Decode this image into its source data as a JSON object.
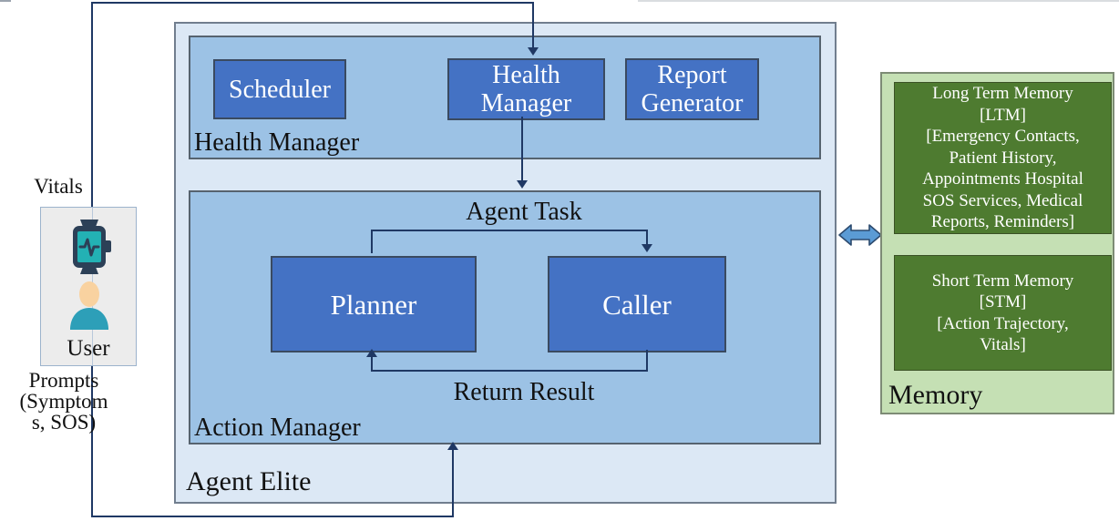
{
  "left_panel": {
    "vitals_label": "Vitals",
    "user_label": "User",
    "prompts_label": "Prompts\n(Symptom\ns, SOS)"
  },
  "agent_elite": {
    "label": "Agent Elite",
    "health_manager_section": {
      "label": "Health Manager",
      "boxes": [
        {
          "label": "Scheduler"
        },
        {
          "label": "Health\nManager"
        },
        {
          "label": "Report\nGenerator"
        }
      ]
    },
    "action_manager_section": {
      "label": "Action Manager",
      "boxes": [
        {
          "label": "Planner"
        },
        {
          "label": "Caller"
        }
      ],
      "agent_task_label": "Agent Task",
      "return_result_label": "Return Result"
    }
  },
  "memory": {
    "label": "Memory",
    "ltm_text": "Long Term Memory\n[LTM]\n[Emergency Contacts,\nPatient History,\nAppointments Hospital\nSOS Services, Medical\nReports, Reminders]",
    "stm_text": "Short Term Memory\n[STM]\n[Action Trajectory,\nVitals]"
  },
  "colors": {
    "outer_container": "#dce8f5",
    "section_fill": "#9cc2e5",
    "module_box_fill": "#4472c4",
    "memory_container": "#c5e0b4",
    "memory_box_fill": "#4e7b30",
    "connector": "#1f3864",
    "bidirectional_arrow_fill": "#5b9bd5",
    "user_box_fill": "#ececec",
    "watch_teal": "#23b1b4",
    "person_teal": "#2d9fb8",
    "person_skin": "#f9d2a0"
  }
}
